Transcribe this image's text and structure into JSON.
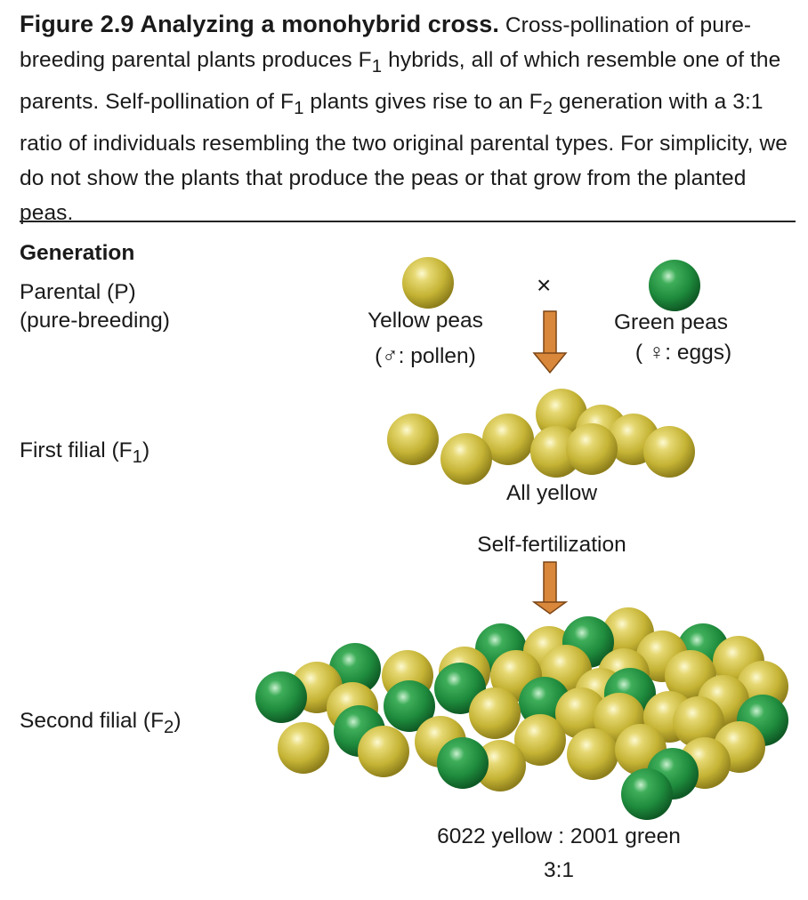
{
  "caption": {
    "figure_label": "Figure 2.9",
    "title": "Analyzing a monohybrid cross.",
    "text_1": "Cross-pollination of pure-breeding parental plants produces F",
    "sub_1": "1",
    "text_2": " hybrids, all of which resemble one of the parents. Self-pollination of F",
    "sub_2": "1",
    "text_3": " plants gives rise to an F",
    "sub_3": "2",
    "text_4": " generation with a 3:1 ratio of individuals resembling the two original parental types. For simplicity, we do not show the plants that produce the peas or that grow from the planted peas."
  },
  "diagram": {
    "header": "Generation",
    "parental_label": "Parental (P)",
    "parental_sublabel": "(pure-breeding)",
    "cross_symbol": "×",
    "yellow_peas_label": "Yellow peas",
    "yellow_peas_note": "(♂: pollen)",
    "green_peas_label": "Green peas",
    "green_peas_note": "( ♀: eggs)",
    "f1_label_main": "First filial (F",
    "f1_label_sub": "1",
    "f1_label_end": ")",
    "f1_result": "All yellow",
    "self_fertilization": "Self-fertilization",
    "f2_label_main": "Second filial (F",
    "f2_label_sub": "2",
    "f2_label_end": ")",
    "f2_counts": "6022 yellow : 2001 green",
    "f2_ratio": "3:1"
  },
  "colors": {
    "yellow_pea": "#c9b93a",
    "green_pea": "#1e8a3c",
    "arrow": "#d9873a",
    "text": "#1a1a1a"
  }
}
